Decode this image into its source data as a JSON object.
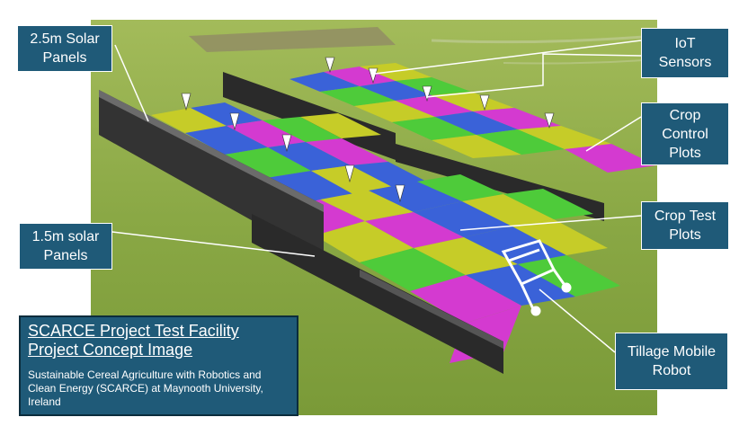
{
  "callouts": {
    "solar_2_5m": [
      "2.5m Solar",
      "Panels"
    ],
    "iot_sensors": [
      "IoT",
      "Sensors"
    ],
    "crop_control": [
      "Crop",
      "Control",
      "Plots"
    ],
    "crop_test": [
      "Crop Test",
      "Plots"
    ],
    "solar_1_5m": [
      "1.5m solar",
      "Panels"
    ],
    "tillage_robot": [
      "Tillage Mobile",
      "Robot"
    ]
  },
  "title_box": {
    "title_line1": "SCARCE Project Test Facility",
    "title_line2": "Project Concept Image",
    "description": "Sustainable Cereal Agriculture with Robotics and Clean Energy (SCARCE) at Maynooth University, Ireland"
  },
  "colors": {
    "callout_bg": "#1f5a78",
    "grass": "#8aaa44",
    "plot_magenta": "#d43ad0",
    "plot_blue": "#3a62d8",
    "plot_green": "#4ecb3a",
    "plot_yellow": "#c6cc28",
    "panel": "#2a2a2a"
  }
}
